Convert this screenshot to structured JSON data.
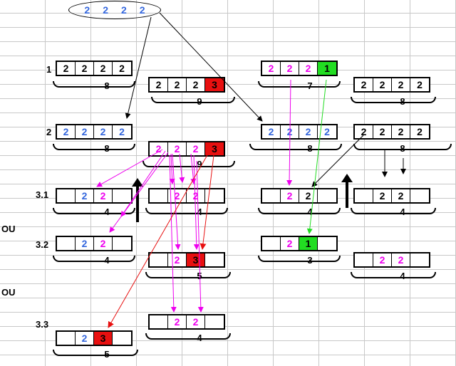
{
  "colors": {
    "blue_digit": "#3366dd",
    "magenta_digit": "#ee00ee",
    "red_fill": "#e81010",
    "green_fill": "#22dd22",
    "magenta_arrow": "#ee00ee",
    "red_arrow": "#e81010",
    "green_arrow": "#22dd22"
  },
  "top": {
    "digits": [
      "2",
      "2",
      "2",
      "2"
    ]
  },
  "labels": {
    "row1": "1",
    "row2": "2",
    "row31": "3.1",
    "or1": "OU",
    "row32": "3.2",
    "or2": "OU",
    "row33": "3.3"
  },
  "blocks": {
    "b1": {
      "cells": [
        "2",
        "2",
        "2",
        "2"
      ],
      "sum": "8"
    },
    "b9a": {
      "cells": [
        "2",
        "2",
        "2",
        "3"
      ],
      "sum": "9"
    },
    "b7": {
      "cells": [
        "2",
        "2",
        "2",
        "1"
      ],
      "sum": "7"
    },
    "b8r": {
      "cells": [
        "2",
        "2",
        "2",
        "2"
      ],
      "sum": "8"
    },
    "b2": {
      "cells": [
        "2",
        "2",
        "2",
        "2"
      ],
      "sum": "8"
    },
    "b9b": {
      "cells": [
        "2",
        "2",
        "2",
        "3"
      ],
      "sum": "9"
    },
    "b8m": {
      "cells": [
        "2",
        "2",
        "2",
        "2"
      ],
      "sum": "8"
    },
    "b8rr": {
      "cells": [
        "2",
        "2",
        "2",
        "2"
      ],
      "sum": "8"
    },
    "b31a": {
      "cells": [
        "",
        "2",
        "2",
        ""
      ],
      "sum": "4"
    },
    "b31b": {
      "cells": [
        "",
        "2",
        "2",
        ""
      ],
      "sum": "4"
    },
    "b31c": {
      "cells": [
        "",
        "2",
        "2",
        ""
      ],
      "sum": "4"
    },
    "b31d": {
      "cells": [
        "",
        "2",
        "2",
        ""
      ],
      "sum": "4"
    },
    "b32a": {
      "cells": [
        "",
        "2",
        "2",
        ""
      ],
      "sum": "4"
    },
    "b32b": {
      "cells": [
        "",
        "2",
        "3",
        ""
      ],
      "sum": "5"
    },
    "b32c": {
      "cells": [
        "",
        "2",
        "1",
        ""
      ],
      "sum": "3"
    },
    "b32d": {
      "cells": [
        "",
        "2",
        "2",
        ""
      ],
      "sum": "4"
    },
    "b33a": {
      "cells": [
        "",
        "2",
        "3",
        ""
      ],
      "sum": "5"
    },
    "b33b": {
      "cells": [
        "",
        "2",
        "2",
        ""
      ],
      "sum": "4"
    }
  }
}
